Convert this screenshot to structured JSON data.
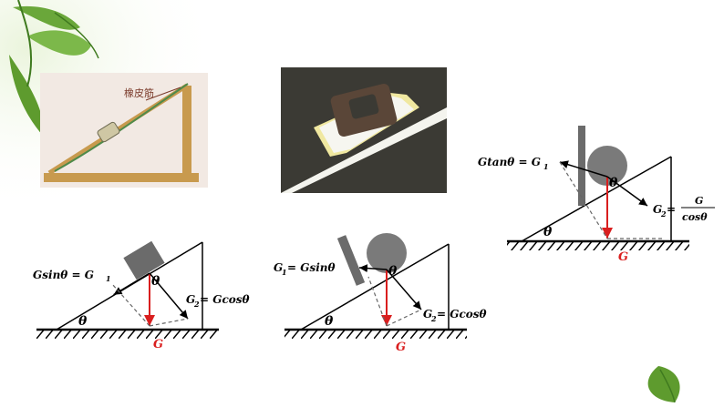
{
  "photo1": {
    "rubber_band_label": "橡皮筋"
  },
  "diagram_left": {
    "parallel_component": "Gsinθ = G",
    "parallel_sub": "1",
    "perpendicular_component": "G",
    "perpendicular_sub": "2",
    "perpendicular_rhs": " = Gcosθ",
    "angle_at_base": "θ",
    "angle_at_force": "θ",
    "gravity": "G"
  },
  "diagram_middle": {
    "parallel_lhs": "G",
    "parallel_sub": "1",
    "parallel_rhs": " = Gsinθ",
    "perpendicular_component": "G",
    "perpendicular_sub": "2",
    "perpendicular_rhs": " = Gcosθ",
    "angle_at_base": "θ",
    "angle_at_force": "θ",
    "gravity": "G"
  },
  "diagram_right": {
    "horizontal_component": "Gtanθ = G",
    "horizontal_sub": "1",
    "incline_component": "G",
    "incline_sub": "2",
    "incline_numerator": "G",
    "incline_denominator": "cosθ",
    "angle_at_base": "θ",
    "angle_at_force": "θ",
    "gravity": "G"
  },
  "colors": {
    "gravity_arrow": "#d91e1e",
    "block": "#6b6b6b",
    "ball": "#7a7a7a",
    "leaf": "#5e9b2e"
  }
}
